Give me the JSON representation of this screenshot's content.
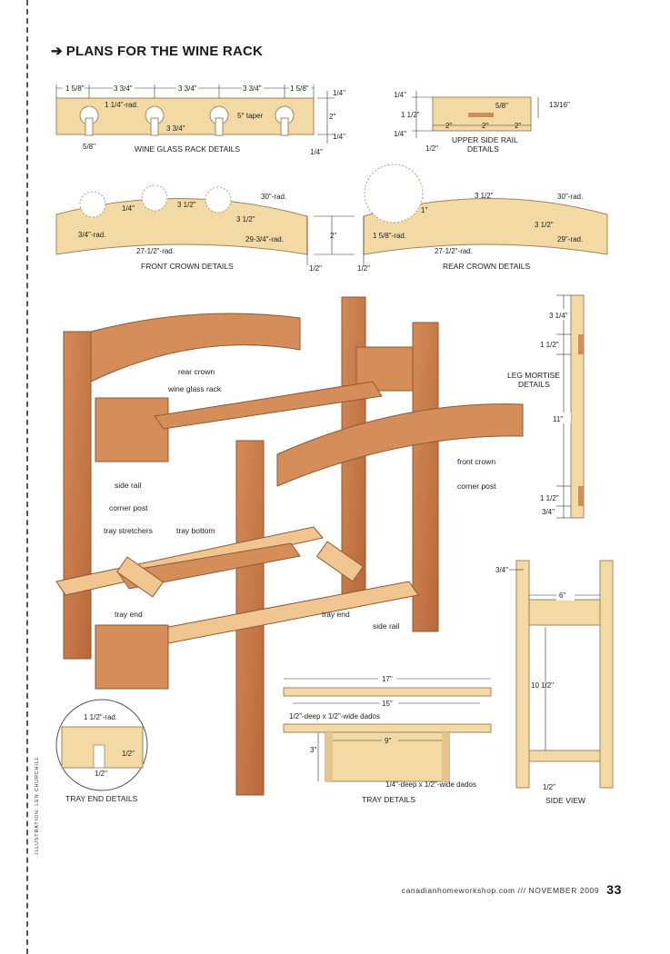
{
  "heading": {
    "arrow": "➔",
    "title": "PLANS FOR THE WINE RACK"
  },
  "credit": "ILLUSTRATION: LEN CHURCHILL",
  "footer": {
    "site": "canadianhomeworkshop.com /// NOVEMBER 2009",
    "page": "33"
  },
  "colors": {
    "wood_light": "#f3d9a4",
    "wood_mid": "#e6b97c",
    "wood_dark": "#c87d4c",
    "outline": "#8a6a45",
    "dim_line": "#333333"
  },
  "wine_glass_rack_details": {
    "caption": "WINE GLASS RACK DETAILS",
    "dims": [
      "1 5/8\"",
      "3 3/4\"",
      "3 3/4\"",
      "3 3/4\"",
      "1 5/8\"",
      "1 1/4\"-rad.",
      "3 3/4\"",
      "5° taper",
      "5/8\"",
      "1/4\"",
      "2\"",
      "1/4\"",
      "1/4\""
    ]
  },
  "upper_side_rail_details": {
    "caption_line1": "UPPER SIDE RAIL",
    "caption_line2": "DETAILS",
    "dims": [
      "1/4\"",
      "1 1/2\"",
      "1/4\"",
      "5/8\"",
      "13/16\"",
      "2\"",
      "2\"",
      "2\"",
      "1/2\""
    ]
  },
  "front_crown_details": {
    "caption": "FRONT CROWN DETAILS",
    "dims": [
      "3 1/2\"",
      "30\"-rad.",
      "1/4\"",
      "3 1/2\"",
      "3/4\"-rad.",
      "29-3/4\"-rad.",
      "27-1/2\"-rad.",
      "1/2\""
    ]
  },
  "center_dims": [
    "2\""
  ],
  "rear_crown_details": {
    "caption": "REAR CROWN DETAILS",
    "dims": [
      "3 1/2\"",
      "30\"-rad.",
      "1\"",
      "3 1/2\"",
      "1 5/8\"-rad.",
      "27-1/2\"-rad.",
      "29\"-rad.",
      "1/2\""
    ]
  },
  "exploded_labels": {
    "rear_crown": "rear crown",
    "wine_glass_rack": "wine glass rack",
    "front_crown": "front crown",
    "side_rail_upper": "side rail",
    "corner_post_left": "corner post",
    "corner_post_right": "corner post",
    "tray_stretchers": "tray stretchers",
    "tray_bottom": "tray bottom",
    "tray_end_left": "tray end",
    "tray_end_right": "tray end",
    "side_rail_lower": "side rail"
  },
  "leg_mortise_details": {
    "caption_line1": "LEG MORTISE",
    "caption_line2": "DETAILS",
    "dims": [
      "3 1/4\"",
      "1 1/2\"",
      "11\"",
      "1 1/2\"",
      "3/4\""
    ]
  },
  "side_view": {
    "caption": "SIDE VIEW",
    "dims": [
      "3/4\"",
      "6\"",
      "10 1/2\"",
      "1/2\""
    ]
  },
  "tray_end_details": {
    "caption": "TRAY END DETAILS",
    "dims": [
      "1 1/2\"-rad.",
      "1/2\"",
      "1/2\""
    ]
  },
  "tray_details": {
    "caption": "TRAY DETAILS",
    "dims": [
      "17\"",
      "15\"",
      "1/2\"-deep x 1/2\"-wide dados",
      "9\"",
      "3\"",
      "1/4\"-deep x 1/2\"-wide dados"
    ]
  }
}
